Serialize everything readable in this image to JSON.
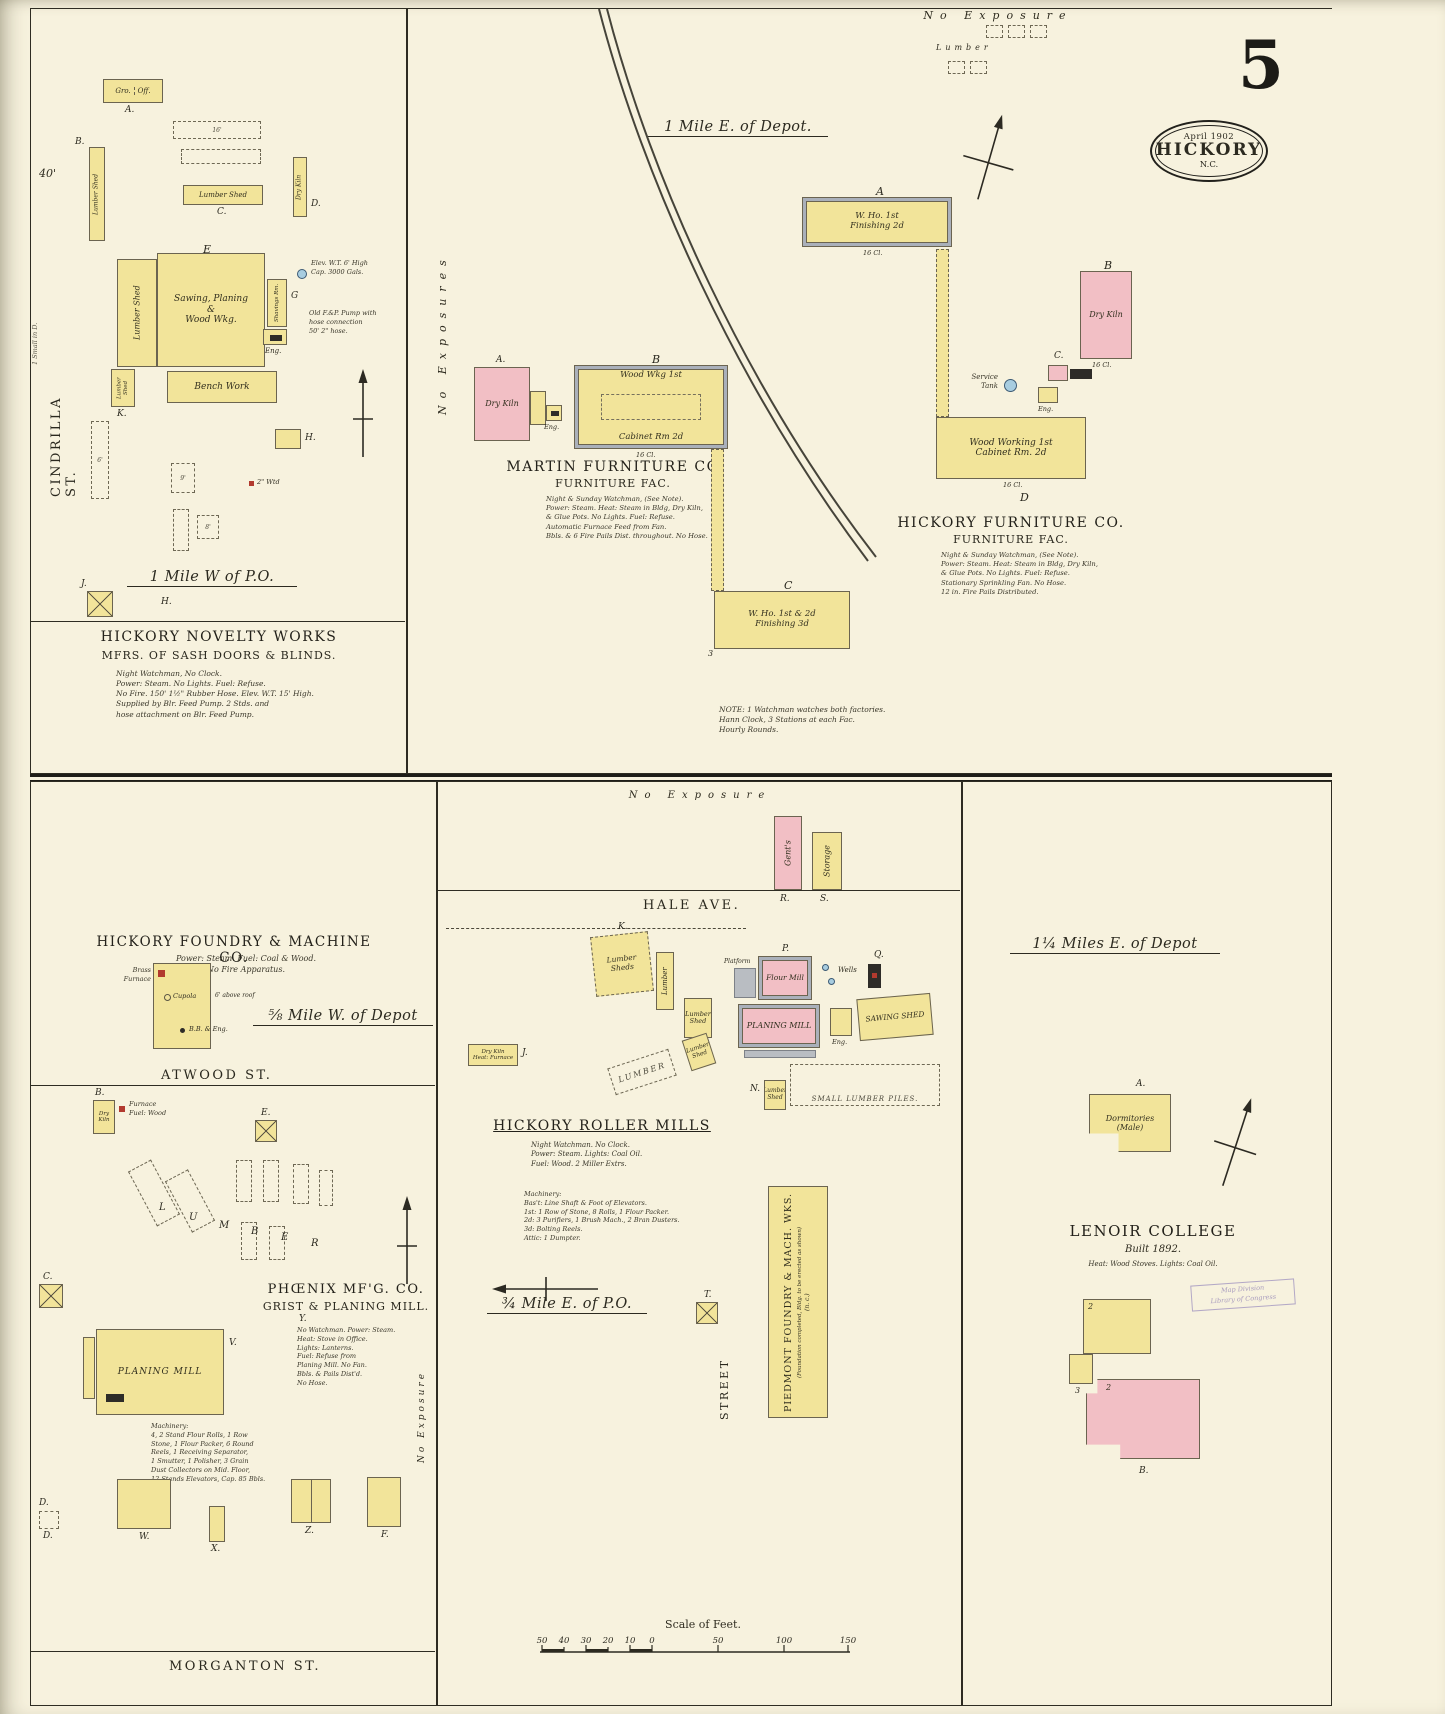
{
  "sheet": {
    "number": "5",
    "stamp_date": "April 1902",
    "stamp_city": "HICKORY",
    "stamp_state": "N.C."
  },
  "tl": {
    "margin_width": "40'",
    "edge_note": "1 Small in D.",
    "street": "CINDRILLA ST.",
    "locator": "1 Mile W of P.O.",
    "title": "HICKORY NOVELTY WORKS",
    "subtitle": "MFRS. OF SASH DOORS & BLINDS.",
    "notes": "Night Watchman, No Clock.\nPower: Steam. No Lights. Fuel: Refuse.\nNo Fire. 150' 1½\" Rubber Hose. Elev. W.T. 15' High.\nSupplied by Blr. Feed Pump. 2 Stds. and\nhose attachment on Blr. Feed Pump.",
    "tank_note": "Elev. W.T. 6' High\nCap. 3000 Gals.",
    "pump_note": "Old F.&P. Pump with\nhose connection\n50' 2\" hose.",
    "hydrant_note": "2\" Wtd",
    "gro": "Gro.",
    "off": "Off.",
    "a": "A.",
    "lumber_shed_b": "Lumber Shed",
    "b": "B.",
    "lumber_shed_c": "Lumber Shed",
    "c": "C.",
    "dry_kiln": "Dry Kiln",
    "d": "D.",
    "e": "E",
    "lumber_shed_e": "Lumber Shed",
    "main": "Sawing, Planing\n&\nWood Wkg.",
    "shavings": "Shavings Rm.",
    "g": "G",
    "eng": "Eng.",
    "bench": "Bench Work",
    "lumber_shed_k": "Lumber Shed",
    "k": "K.",
    "h1": "H.",
    "j": "J.",
    "h2": "H.",
    "dim16": "16'",
    "dim6": "6'",
    "dim9": "9'",
    "dim8": "8'"
  },
  "tr": {
    "no_exposure": "No Exposure",
    "no_exposures": "No Exposures",
    "lumber": "Lumber",
    "locator": "1 Mile E. of Depot.",
    "martin_a": "A",
    "martin_who": "W. Ho. 1st\nFinishing 2d",
    "martin_dk_letter": "A.",
    "martin_dry_kiln": "Dry Kiln",
    "martin_eng": "Eng.",
    "martin_b": "B",
    "martin_wood": "Wood Wkg 1st",
    "martin_cabinet": "Cabinet Rm 2d",
    "martin_c": "C",
    "martin_num3": "3",
    "martin_who2": "W. Ho. 1st & 2d\nFinishing 3d",
    "martin_title": "MARTIN FURNITURE CO",
    "martin_sub": "FURNITURE FAC.",
    "martin_notes": "Night & Sunday Watchman, (See Note).\nPower: Steam. Heat: Steam in Bldg, Dry Kiln,\n& Glue Pots. No Lights. Fuel: Refuse.\nAutomatic Furnace Feed from Fan.\nBbls. & 6 Fire Pails Dist. throughout. No Hose.",
    "hickory_b": "B",
    "hickory_dry_kiln": "Dry Kiln",
    "service_tank": "Service\nTank",
    "hickory_c": "C.",
    "hickory_eng": "Eng.",
    "hickory_d": "D",
    "hickory_wood": "Wood Working 1st\nCabinet Rm. 2d",
    "hickory_title": "HICKORY FURNITURE CO.",
    "hickory_sub": "FURNITURE FAC.",
    "hickory_notes": "Night & Sunday Watchman, (See Note).\nPower: Steam. Heat: Steam in Bldg, Dry Kiln,\n& Glue Pots. No Lights. Fuel: Refuse.\nStationary Sprinkling Fan. No Hose.\n12 in. Fire Pails Distributed.",
    "clear": "16 Cl.",
    "note": "NOTE:  1 Watchman watches both factories.\nHann Clock, 3 Stations at each Fac.\nHourly Rounds."
  },
  "bl": {
    "foundry_title": "HICKORY FOUNDRY & MACHINE CO.",
    "foundry_notes": "Power: Steam. Fuel: Coal & Wood.\nNo Fire Apparatus.",
    "brass": "Brass\nFurnace",
    "cupola": "Cupola",
    "cupola_note": "6' above roof",
    "bb_eng": "B.B. & Eng.",
    "locator": "⅝ Mile W. of Depot",
    "atwood": "ATWOOD ST.",
    "b": "B.",
    "dry_kiln": "Dry\nKiln",
    "furnace_note": "Furnace\nFuel: Wood",
    "e": "E.",
    "c": "C.",
    "l1": "L",
    "l2": "U",
    "l3": "M",
    "l4": "B",
    "l5": "E",
    "l6": "R",
    "planing": "PLANING MILL",
    "v": "V.",
    "machinery": "Machinery:\n4, 2 Stand Flour Rolls, 1 Row\nStone, 1 Flour Packer, 6 Round\nReels, 1 Receiving Separator,\n1 Smutter, 1 Polisher, 3 Grain\nDust Collectors on Mid. Floor,\n12 Stands Elevators, Cap. 85 Bbls.",
    "phoenix_title": "PHŒNIX MF'G. CO.",
    "phoenix_sub": "GRIST & PLANING MILL.",
    "y": "Y.",
    "y_notes": "No Watchman. Power: Steam.\nHeat: Stove in Office.\nLights: Lanterns.\nFuel: Refuse from\nPlaning Mill. No Fan.\nBbls. & Pails Dist'd.\nNo Hose.",
    "w": "W.",
    "x": "X.",
    "z": "Z.",
    "f": "F.",
    "d1": "D.",
    "d2": "D.",
    "morganton": "MORGANTON ST.",
    "no_exposure": "No Exposure"
  },
  "bm": {
    "no_exposure": "No Exposure",
    "gents": "Gent's",
    "storage": "Storage",
    "r": "R.",
    "s": "S.",
    "hale": "HALE AVE.",
    "k": "K.",
    "lumber_sheds": "Lumber\nSheds",
    "lumber_v": "Lumber",
    "lumber_shed1": "Lumber\nShed",
    "platform": "Platform",
    "flour": "Flour Mill",
    "p": "P.",
    "wells": "Wells",
    "q": "Q.",
    "planing": "PLANING MILL",
    "eng": "Eng.",
    "sawing": "SAWING SHED",
    "dry_kiln": "Dry Kiln\nHeat: Furnace",
    "j": "J.",
    "lumber_dash": "LUMBER",
    "mill_shed": "Lumber\nShed",
    "n": "N.",
    "lumber_shed_n": "Lumber\nShed",
    "small_piles": "SMALL LUMBER PILES.",
    "mills_title": "HICKORY ROLLER MILLS",
    "mills_notes": "Night Watchman. No Clock.\nPower: Steam. Lights: Coal Oil.\nFuel: Wood. 2 Miller Extrs.",
    "mills_machinery": "Machinery:\nBas't: Line Shaft & Foot of Elevators.\n1st: 1 Row of Stone, 8 Rolls, 1 Flour Packer.\n2d: 3 Purifiers, 1 Brush Mach., 2 Bran Dusters.\n3d: Bolting Reels.\nAttic: 1 Dumpter.",
    "locator": "¾ Mile E. of P.O.",
    "t": "T.",
    "street": "STREET",
    "piedmont": "PIEDMONT FOUNDRY & MACH. WKS.",
    "piedmont_note": "(Foundation completed, Bldg. to be erected as shown)",
    "piedmont_nc": "(n. c.)",
    "scale_label": "Scale of Feet.",
    "ticks": [
      "50",
      "40",
      "30",
      "20",
      "10",
      "0",
      "50",
      "100",
      "150"
    ]
  },
  "br": {
    "locator": "1¼ Miles E. of Depot",
    "a": "A.",
    "dorm": "Dormitories\n(Male)",
    "college": "LENOIR COLLEGE",
    "built": "Built 1892.",
    "heat": "Heat: Wood Stoves. Lights: Coal Oil.",
    "b": "B.",
    "num2a": "2",
    "num2b": "2",
    "num3": "3",
    "loc_stamp1": "Map Division",
    "loc_stamp2": "Library of Congress"
  }
}
